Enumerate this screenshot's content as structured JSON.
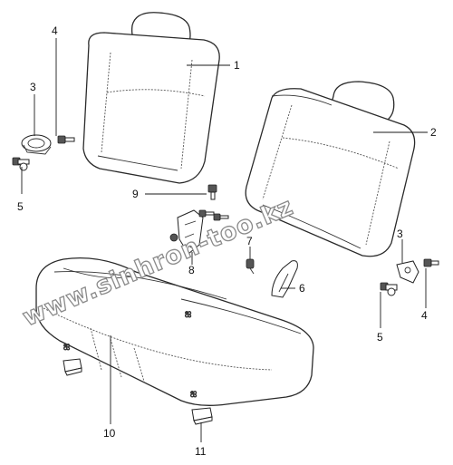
{
  "watermark": "www.sinhron-too.kz",
  "callouts": {
    "c1": "1",
    "c2": "2",
    "c3_left": "3",
    "c3_right": "3",
    "c4_left": "4",
    "c4_right": "4",
    "c5_left": "5",
    "c5_right": "5",
    "c6": "6",
    "c7": "7",
    "c8": "8",
    "c9": "9",
    "c10": "10",
    "c11": "11"
  }
}
